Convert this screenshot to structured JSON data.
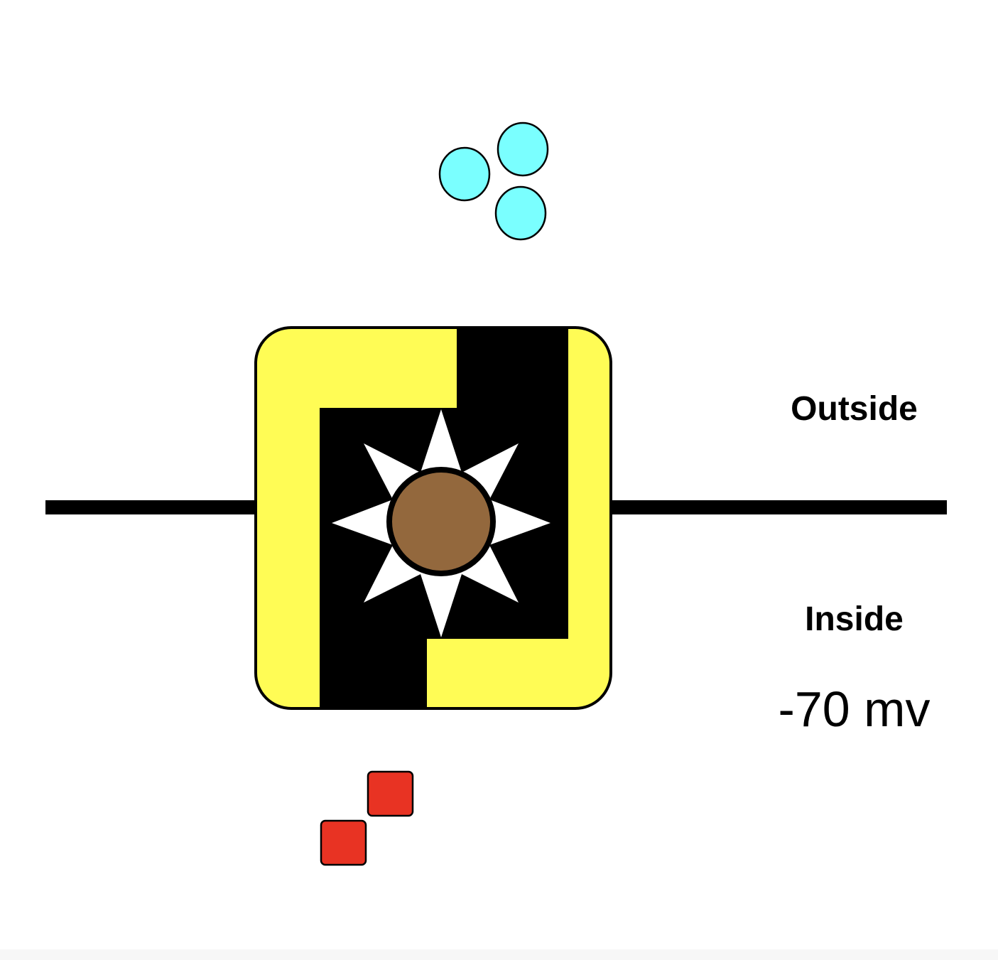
{
  "labels": {
    "outside": "Outside",
    "inside": "Inside",
    "membrane_potential": "-70 mv"
  },
  "colors": {
    "background": "#ffffff",
    "membrane": "#000000",
    "channel_body": "#fffc55",
    "channel_pore": "#000000",
    "gate_star": "#ffffff",
    "gate_center": "#93683d",
    "outside_ions": "#7affff",
    "inside_ions": "#e83323"
  },
  "ions": {
    "outside_count": 3,
    "inside_count": 2
  }
}
